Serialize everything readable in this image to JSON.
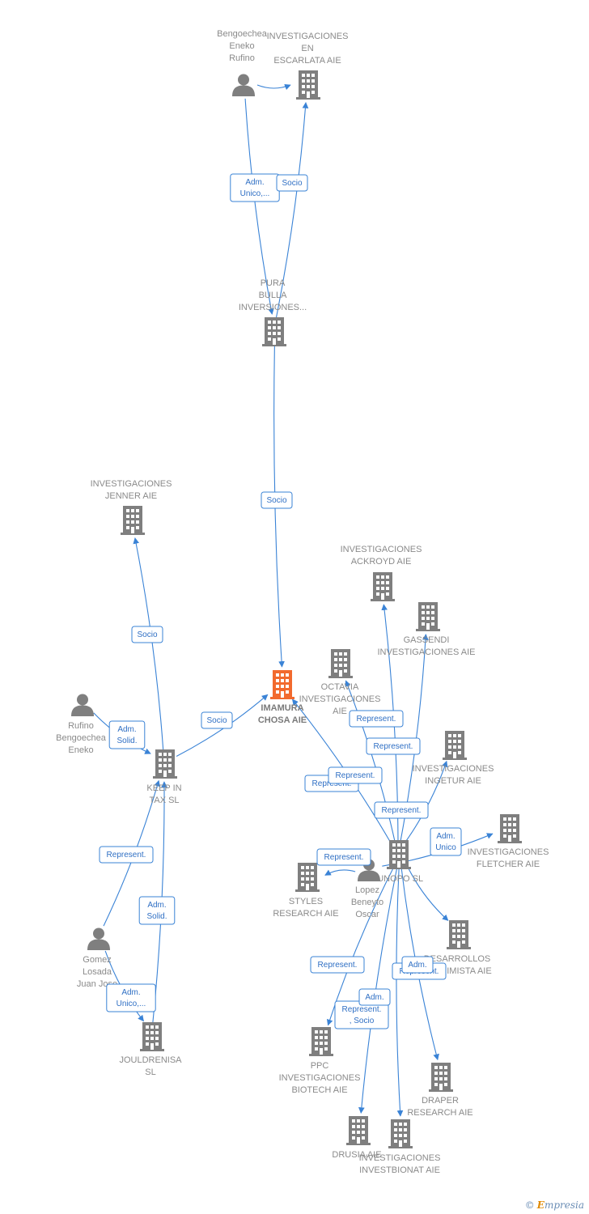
{
  "colors": {
    "edge": "#3a83d6",
    "node": "#7f7f7f",
    "focus": "#f26a2e"
  },
  "nodes": [
    {
      "id": "bengoechea",
      "kind": "person",
      "lines": [
        "Bengoechea",
        "Eneko",
        "Rufino"
      ]
    },
    {
      "id": "escarlata",
      "kind": "company",
      "lines": [
        "INVESTIGACIONES",
        "EN",
        "ESCARLATA AIE"
      ]
    },
    {
      "id": "pura",
      "kind": "company",
      "lines": [
        "PURA",
        "BULLA",
        "INVERSIONES..."
      ]
    },
    {
      "id": "jenner",
      "kind": "company",
      "lines": [
        "INVESTIGACIONES",
        "JENNER AIE"
      ]
    },
    {
      "id": "imamura",
      "kind": "focus",
      "lines": [
        "IMAMURA",
        "CHOSA AIE"
      ]
    },
    {
      "id": "rufino",
      "kind": "person",
      "lines": [
        "Rufino",
        "Bengoechea",
        "Eneko"
      ]
    },
    {
      "id": "keepin",
      "kind": "company",
      "lines": [
        "KEEP IN",
        "TAX  SL"
      ]
    },
    {
      "id": "gomez",
      "kind": "person",
      "lines": [
        "Gomez",
        "Losada",
        "Juan Jose"
      ]
    },
    {
      "id": "jouldrenisa",
      "kind": "company",
      "lines": [
        "JOULDRENISA",
        "SL"
      ]
    },
    {
      "id": "ackroyd",
      "kind": "company",
      "lines": [
        "INVESTIGACIONES",
        "ACKROYD AIE"
      ]
    },
    {
      "id": "gassendi",
      "kind": "company",
      "lines": [
        "GASSENDI",
        "INVESTIGACIONES AIE"
      ]
    },
    {
      "id": "octavia",
      "kind": "company",
      "lines": [
        "OCTAVIA",
        "INVESTIGACIONES",
        "AIE"
      ]
    },
    {
      "id": "ingetur",
      "kind": "company",
      "lines": [
        "INVESTIGACIONES",
        "INGETUR AIE"
      ]
    },
    {
      "id": "fletcher",
      "kind": "company",
      "lines": [
        "INVESTIGACIONES",
        "FLETCHER AIE"
      ]
    },
    {
      "id": "eunopo",
      "kind": "company",
      "lines": [
        "EUNOPO  SL"
      ]
    },
    {
      "id": "lopez",
      "kind": "person",
      "lines": [
        "Lopez",
        "Beneyto",
        "Oscar"
      ]
    },
    {
      "id": "styles",
      "kind": "company",
      "lines": [
        "STYLES",
        "RESEARCH AIE"
      ]
    },
    {
      "id": "desarrollos",
      "kind": "company",
      "lines": [
        "DESARROLLOS",
        "ALQUIMISTA AIE"
      ]
    },
    {
      "id": "ppc",
      "kind": "company",
      "lines": [
        "PPC",
        "INVESTIGACIONES",
        "BIOTECH  AIE"
      ]
    },
    {
      "id": "draper",
      "kind": "company",
      "lines": [
        "DRAPER",
        "RESEARCH AIE"
      ]
    },
    {
      "id": "drusia",
      "kind": "company",
      "lines": [
        "DRUSIA  AIE"
      ]
    },
    {
      "id": "investbionat",
      "kind": "company",
      "lines": [
        "INVESTIGACIONES",
        "INVESTBIONAT AIE"
      ]
    }
  ],
  "edges": [
    {
      "from": "bengoechea",
      "to": "pura",
      "label": [
        "Adm.",
        "Unico,..."
      ]
    },
    {
      "from": "pura",
      "to": "escarlata",
      "label": [
        "Socio"
      ]
    },
    {
      "from": "bengoechea",
      "to": "escarlata",
      "label": []
    },
    {
      "from": "pura",
      "to": "imamura",
      "label": [
        "Socio"
      ]
    },
    {
      "from": "keepin",
      "to": "jenner",
      "label": [
        "Socio"
      ]
    },
    {
      "from": "keepin",
      "to": "imamura",
      "label": [
        "Socio"
      ]
    },
    {
      "from": "rufino",
      "to": "keepin",
      "label": [
        "Adm.",
        "Solid."
      ]
    },
    {
      "from": "gomez",
      "to": "keepin",
      "label": [
        "Represent."
      ]
    },
    {
      "from": "jouldrenisa",
      "to": "keepin",
      "label": [
        "Adm.",
        "Solid."
      ]
    },
    {
      "from": "gomez",
      "to": "jouldrenisa",
      "label": [
        "Adm.",
        "Unico,..."
      ]
    },
    {
      "from": "eunopo",
      "to": "imamura",
      "label": [
        "Represent."
      ]
    },
    {
      "from": "eunopo",
      "to": "octavia",
      "label": [
        "Represent."
      ]
    },
    {
      "from": "eunopo",
      "to": "ackroyd",
      "label": [
        "Represent."
      ]
    },
    {
      "from": "eunopo",
      "to": "gassendi",
      "label": [
        "Represent."
      ]
    },
    {
      "from": "eunopo",
      "to": "ingetur",
      "label": [
        "Represent."
      ]
    },
    {
      "from": "lopez",
      "to": "fletcher",
      "label": [
        "Adm.",
        "Unico"
      ]
    },
    {
      "from": "lopez",
      "to": "styles",
      "label": [
        "Represent."
      ]
    },
    {
      "from": "eunopo",
      "to": "desarrollos",
      "label": [
        "Represent."
      ]
    },
    {
      "from": "eunopo",
      "to": "ppc",
      "label": [
        "Represent."
      ]
    },
    {
      "from": "eunopo",
      "to": "draper",
      "label": [
        "Adm."
      ]
    },
    {
      "from": "eunopo",
      "to": "drusia",
      "label": [
        "Represent.",
        ", Socio"
      ]
    },
    {
      "from": "eunopo",
      "to": "investbionat",
      "label": [
        "Adm."
      ]
    }
  ],
  "footer": {
    "copyright": "©",
    "brand_initial": "E",
    "brand_rest": "mpresia"
  }
}
